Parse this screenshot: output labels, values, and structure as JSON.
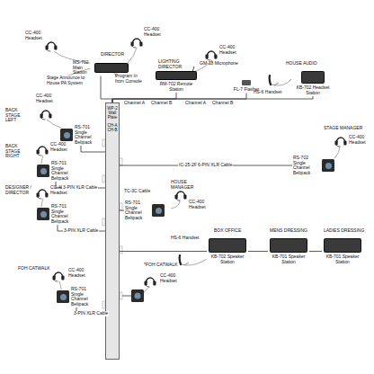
{
  "diagram": {
    "nodes": [
      {
        "text": [
          "MS-702 Main Station"
        ]
      },
      {
        "text": [
          "RM-702 Remote Station"
        ]
      },
      {
        "text": [
          "FL-7 Flasher"
        ]
      },
      {
        "text": [
          "KB-702 Headset Station"
        ]
      },
      {
        "text": [
          "WP-2 Wall Plate",
          "CH-A CH-B"
        ]
      },
      {
        "text": [
          "RS-701 Single Channel Beltpack"
        ]
      },
      {
        "text": [
          "RS-701 Single Channel Beltpack"
        ]
      },
      {
        "text": [
          "RS-702 Single Channel Beltpack"
        ]
      },
      {
        "text": [
          "RS-701 Single Channel Beltpack"
        ]
      },
      {
        "text": [
          "RS-701 Single Channel Beltpack"
        ]
      },
      {
        "text": [
          "RS-701 Single Channel Beltpack"
        ]
      },
      {
        "text": [
          "KB-702 Speaker Station"
        ]
      },
      {
        "text": [
          "KB-701 Speaker Station"
        ]
      },
      {
        "text": [
          "KB-701 Speaker Station"
        ]
      }
    ],
    "edges": [
      {
        "from": 0,
        "to": 4,
        "arrow": "none"
      },
      {
        "from": 1,
        "to": 4,
        "arrow": "none"
      },
      {
        "from": 2,
        "to": 4,
        "arrow": "none"
      },
      {
        "from": 3,
        "to": 4,
        "arrow": "none"
      },
      {
        "from": 5,
        "to": 4,
        "arrow": "none"
      },
      {
        "from": 6,
        "to": 4,
        "label": "3-PIN XLR Cable",
        "arrow": "none"
      },
      {
        "from": 7,
        "to": 4,
        "label": "IC-25-2F 6-PIN XLR Cable",
        "arrow": "none"
      },
      {
        "from": 8,
        "to": 4,
        "label": "3-PIN XLR Cable",
        "arrow": "none"
      },
      {
        "from": 9,
        "to": 4,
        "arrow": "none"
      },
      {
        "from": 10,
        "to": 4,
        "label": "3-PIN XLR Cable",
        "arrow": "none"
      },
      {
        "from": 11,
        "to": 4,
        "arrow": "none"
      },
      {
        "from": 11,
        "to": 12,
        "arrow": "none"
      },
      {
        "from": 12,
        "to": 13,
        "arrow": "none"
      }
    ],
    "labels": [
      "DIRECTOR",
      "Stage Announce to House PA System",
      "Program In from Console",
      "CC-400 Headset",
      "CC-400 Headset",
      "LIGHTING DIRECTOR",
      "GM-18 Microphone",
      "CC-400 Headset",
      "Channel A",
      "Channel B",
      "Channel A",
      "Channel B",
      "HOUSE AUDIO",
      "HS-6 Handset",
      "STAGE MANAGER",
      "CC-400 Headset",
      "BACK STAGE LEFT",
      "CC-400 Headset",
      "BACK STAGE RIGHT",
      "CC-400 Headset",
      "DESIGNER / DIRECTOR",
      "CC-400 Headset",
      "TC-3C Cable",
      "HOUSE MANAGER",
      "CC-400 Headset",
      "HS-6 Handset",
      "BOX OFFICE",
      "MENS DRESSING",
      "LADIES DRESSING",
      "FOH CATWALK",
      "CC-400 Headset",
      "*FOH CATWALK",
      "CC-400 Headset"
    ]
  }
}
